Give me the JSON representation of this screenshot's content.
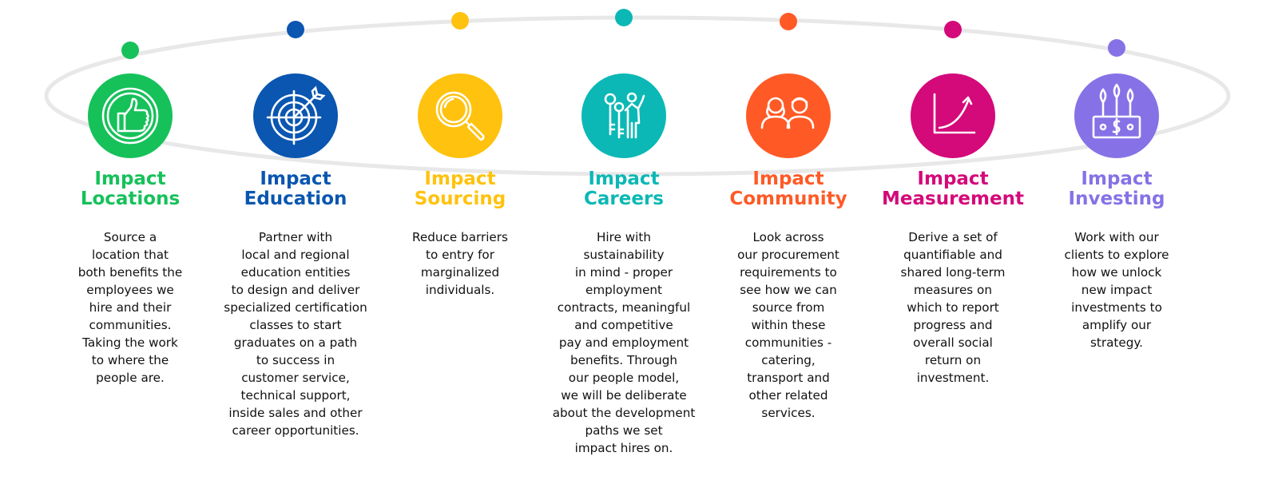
{
  "pillars": [
    {
      "title_line1": "Impact",
      "title_line2": "Locations",
      "color": "#16c15a",
      "icon": "thumbs-up-icon",
      "description": [
        "Source a",
        "location that",
        "both benefits the",
        "employees we",
        "hire and their",
        "communities.",
        "Taking the work",
        "to where the",
        "people are."
      ]
    },
    {
      "title_line1": "Impact",
      "title_line2": "Education",
      "color": "#0a56b0",
      "icon": "target-icon",
      "description": [
        "Partner with",
        "local and regional",
        "education entities",
        "to design and deliver",
        "specialized certification",
        "classes to start",
        "graduates on a path",
        "to success in",
        "customer service,",
        "technical support,",
        "inside sales and other",
        "career opportunities."
      ]
    },
    {
      "title_line1": "Impact",
      "title_line2": "Sourcing",
      "color": "#ffc20e",
      "icon": "magnifier-icon",
      "description": [
        "Reduce barriers",
        "to entry for",
        "marginalized",
        "individuals."
      ]
    },
    {
      "title_line1": "Impact",
      "title_line2": "Careers",
      "color": "#0bb8b5",
      "icon": "keys-person-icon",
      "description": [
        "Hire with",
        "sustainability",
        "in mind - proper",
        "employment",
        "contracts, meaningful",
        "and competitive",
        "pay and employment",
        "benefits. Through",
        "our people model,",
        "we will be deliberate",
        "about the development",
        "paths we set",
        "impact hires on."
      ]
    },
    {
      "title_line1": "Impact",
      "title_line2": "Community",
      "color": "#ff5a26",
      "icon": "people-icon",
      "description": [
        "Look across",
        "our procurement",
        "requirements to",
        "see how we can",
        "source from",
        "within these",
        "communities -",
        "catering,",
        "transport and",
        "other related",
        "services."
      ]
    },
    {
      "title_line1": "Impact",
      "title_line2": "Measurement",
      "color": "#d4097a",
      "icon": "growth-chart-icon",
      "description": [
        "Derive a set of",
        "quantifiable and",
        "shared long-term",
        "measures on",
        "which to report",
        "progress and",
        "overall social",
        "return on",
        "investment."
      ]
    },
    {
      "title_line1": "Impact",
      "title_line2": "Investing",
      "color": "#8672e6",
      "icon": "money-plant-icon",
      "description": [
        "Work with our",
        "clients to explore",
        "how we unlock",
        "new impact",
        "investments to",
        "amplify our",
        "strategy."
      ]
    }
  ]
}
